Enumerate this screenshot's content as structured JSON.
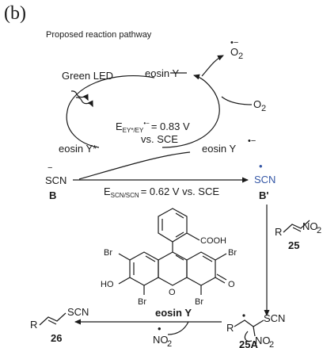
{
  "panel_label": "(b)",
  "subtitle": "Proposed reaction pathway",
  "cycle": {
    "light": "Green LED",
    "eosin_top": "eosin Y",
    "eosin_star": "eosin Y*",
    "eosin_radical": "eosin Y",
    "radical_mark": "•−",
    "o2_in": "O",
    "o2_out": "O",
    "subscript_2": "2",
    "superoxide_mark": "•−",
    "potential_1_prefix": "E",
    "potential_1_sub": "EY*/EY",
    "potential_1_sup": "•−",
    "potential_1_value": "= 0.83 V",
    "potential_1_ref": "vs. SCE"
  },
  "main_step": {
    "reactant": "SCN",
    "reactant_charge": "−",
    "reactant_label": "B",
    "product": "SCN",
    "product_dot": "•",
    "product_label": "B'",
    "potential_2_prefix": "E",
    "potential_2_sub": "SCN/SCN",
    "potential_2_value": "= 0.62 V vs. SCE"
  },
  "eosin_structure": {
    "cooh": "COOH",
    "br_tl": "Br",
    "br_tr": "Br",
    "br_bl": "Br",
    "br_br": "Br",
    "ho": "HO",
    "o_ring": "O",
    "o_keto": "O",
    "name": "eosin Y"
  },
  "substrate": {
    "r": "R",
    "no2": "NO",
    "sub2": "2",
    "label": "25"
  },
  "intermediate": {
    "r": "R",
    "scn": "SCN",
    "no2": "NO",
    "sub2": "2",
    "label": "25A"
  },
  "product": {
    "r": "R",
    "scn": "SCN",
    "label": "26"
  },
  "byproduct": {
    "no2": "NO",
    "sub2": "2",
    "dot": "•"
  },
  "colors": {
    "ink": "#1a1a1a",
    "radical_blue": "#3557a6"
  }
}
